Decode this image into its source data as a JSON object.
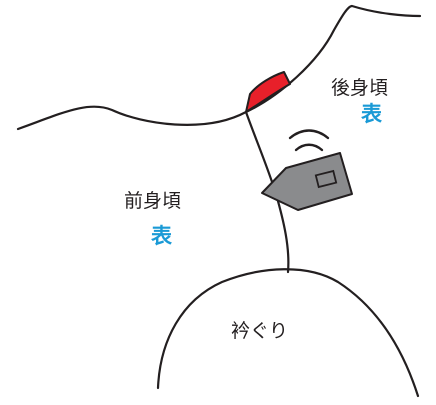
{
  "labels": {
    "back_body": "後身頃",
    "back_side": "表",
    "front_body": "前身頃",
    "front_side": "表",
    "neckline": "衿ぐり"
  },
  "colors": {
    "outline": "#231f20",
    "accent_text": "#1a9ad6",
    "highlight_fill": "#e8202a",
    "tag_fill": "#8a8b8d"
  },
  "icons": {
    "tag": "sewing-machine-foot-icon",
    "motion": "motion-lines-icon"
  }
}
